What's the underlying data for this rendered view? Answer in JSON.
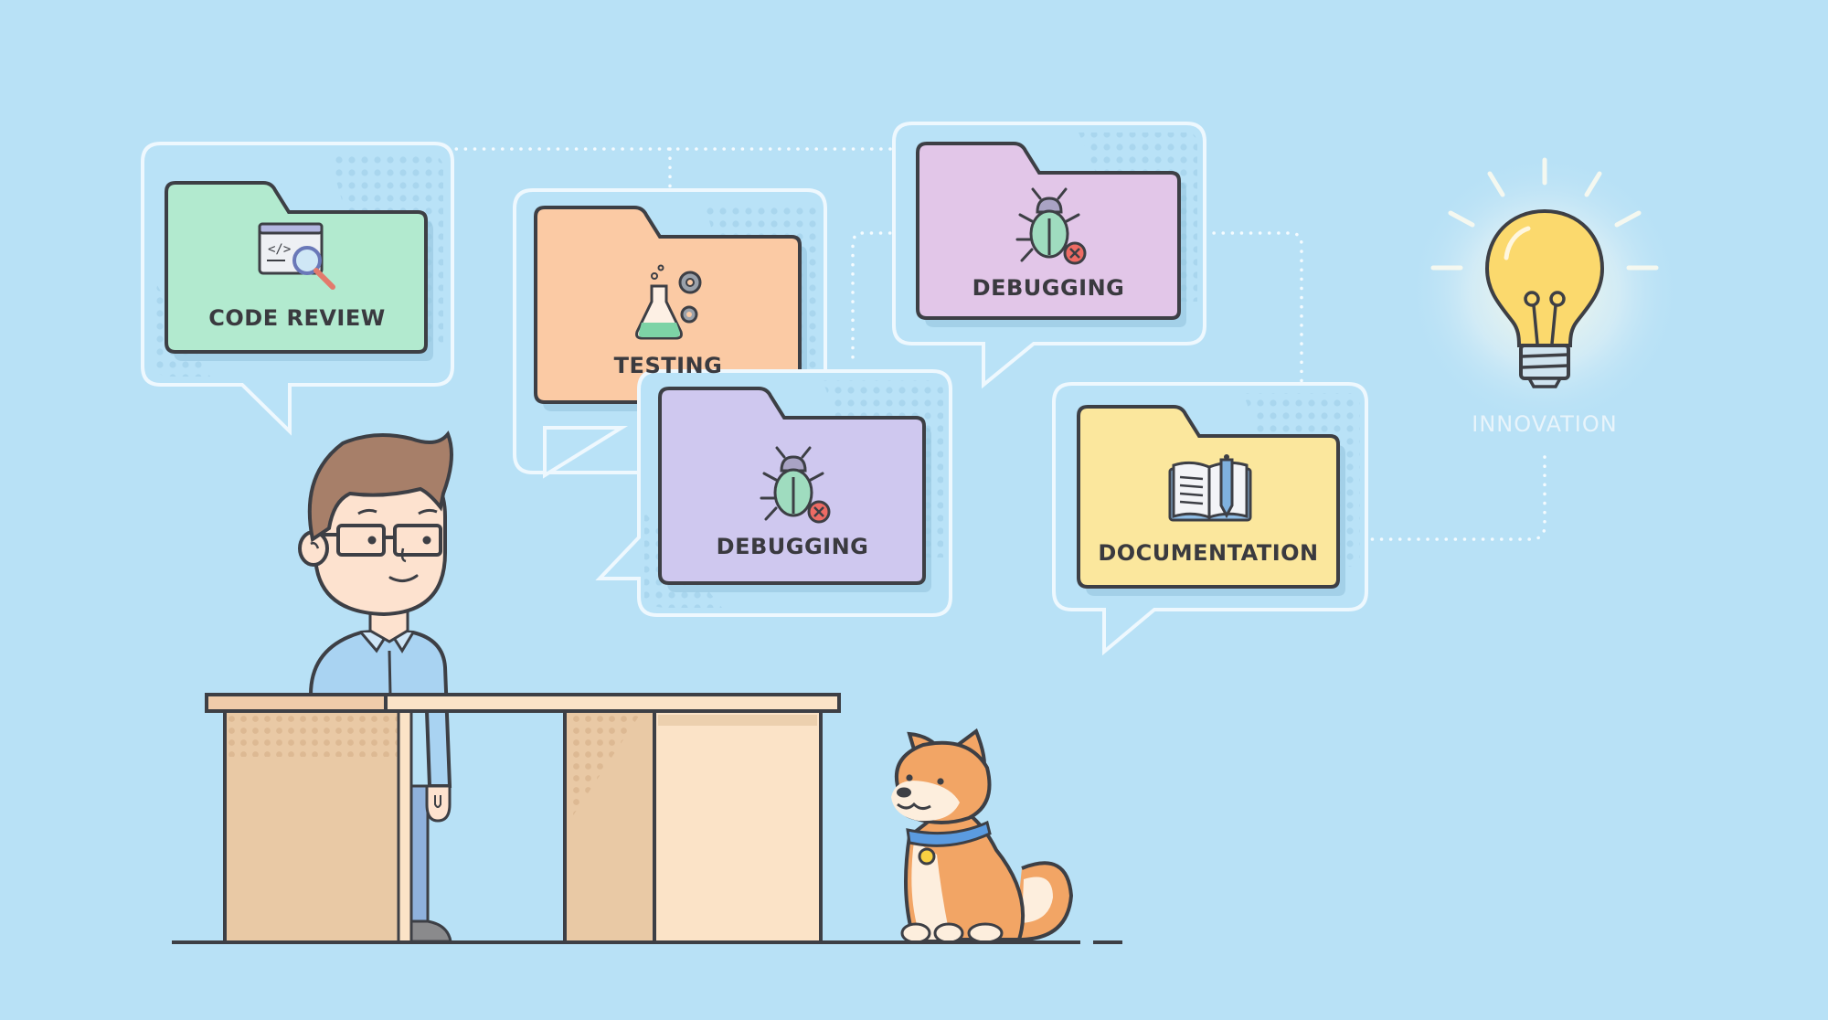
{
  "scene": {
    "title": "Developer workflow illustration",
    "background": "#b8e1f6"
  },
  "bubbles": [
    {
      "id": "code-review",
      "label": "CODE REVIEW",
      "icon": "code-review-icon",
      "folder_color": "#b2eacf"
    },
    {
      "id": "testing",
      "label": "TESTING",
      "icon": "lab-flask-gears-icon",
      "folder_color": "#fbcaa4"
    },
    {
      "id": "debugging-lower",
      "label": "DEBUGGING",
      "icon": "bug-error-icon",
      "folder_color": "#cfc8ef"
    },
    {
      "id": "debugging-upper",
      "label": "DEBUGGING",
      "icon": "bug-error-icon",
      "folder_color": "#e2c6e8"
    },
    {
      "id": "documentation",
      "label": "DOCUMENTATION",
      "icon": "book-pen-icon",
      "folder_color": "#fbe79d"
    }
  ],
  "innovation": {
    "label": "INNOVATION",
    "icon": "lightbulb-icon",
    "bulb_color": "#fbd96d"
  },
  "characters": {
    "developer": "developer-with-glasses",
    "dog": "shiba-inu-dog"
  },
  "colors": {
    "outline": "#3d3f45",
    "bubble_border": "#eaf6fd",
    "desk_dark": "#e9c9a5",
    "desk_light": "#fbe3c7",
    "shirt": "#a9d3f2"
  }
}
